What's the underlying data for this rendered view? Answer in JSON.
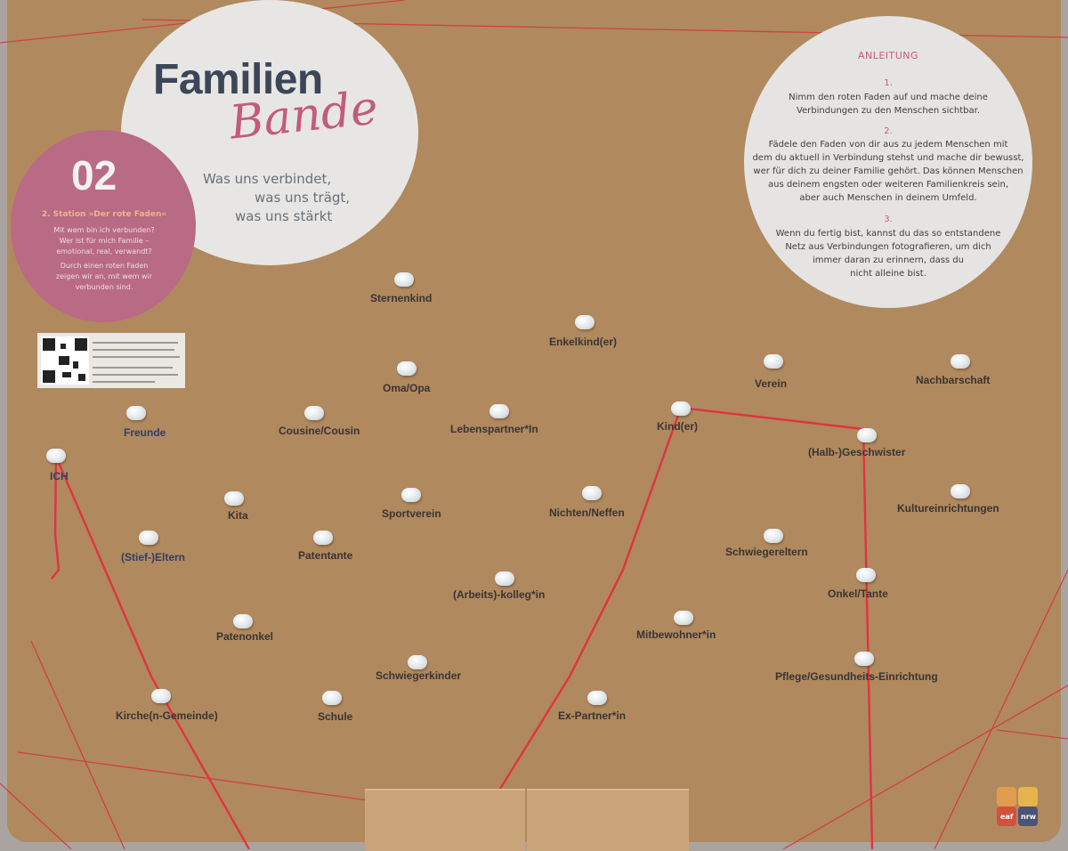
{
  "title": {
    "word": "Familien",
    "script": "Bande"
  },
  "tagline": [
    "Was uns verbindet,",
    "was uns trägt,",
    "was uns stärkt"
  ],
  "station": {
    "number": "02",
    "subtitle": "2. Station »Der rote Faden«",
    "lines": [
      "Mit wem bin ich verbunden?",
      "Wer ist für mich Familie –",
      "emotional, real, verwandt?",
      "Durch einen roten Faden",
      "zeigen wir an, mit wem wir",
      "verbunden sind."
    ]
  },
  "instructions": {
    "heading": "ANLEITUNG",
    "steps": [
      {
        "num": "1.",
        "lines": [
          "Nimm den roten Faden auf und mache deine",
          "Verbindungen zu den Menschen sichtbar."
        ]
      },
      {
        "num": "2.",
        "lines": [
          "Fädele den Faden von dir aus zu jedem Menschen mit",
          "dem du aktuell in Verbindung stehst und mache dir bewusst,",
          "wer für dich zu deiner Familie gehört. Das können Menschen",
          "aus deinem engsten oder weiteren Familienkreis sein,",
          "aber auch Menschen in deinem Umfeld."
        ]
      },
      {
        "num": "3.",
        "lines": [
          "Wenn du fertig bist, kannst du das so entstandene",
          "Netz aus Verbindungen fotografieren, um dich",
          "immer daran zu erinnern, dass du",
          "nicht alleine bist."
        ]
      }
    ]
  },
  "labels": [
    "Sternenkind",
    "Enkelkind(er)",
    "Verein",
    "Nachbarschaft",
    "Oma/Opa",
    "Freunde",
    "Cousine/Cousin",
    "Lebenspartner*In",
    "Kind(er)",
    "(Halb-)Geschwister",
    "ICH",
    "Kita",
    "Sportverein",
    "Nichten/Neffen",
    "Kultureinrichtungen",
    "(Stief-)Eltern",
    "Patentante",
    "Schwiegereltern",
    "(Arbeits)-kolleg*in",
    "Onkel/Tante",
    "Patenonkel",
    "Mitbewohner*in",
    "Schwiegerkinder",
    "Pflege/Gesundheits-Einrichtung",
    "Kirche(n-Gemeinde)",
    "Schule",
    "Ex-Partner*in"
  ],
  "logo": {
    "left": "eaf",
    "right": "nrw"
  },
  "colors": {
    "board": "#b0895f",
    "thread": "#e0343f",
    "accent_pink": "#b96a84",
    "title_navy": "#3b4658"
  }
}
